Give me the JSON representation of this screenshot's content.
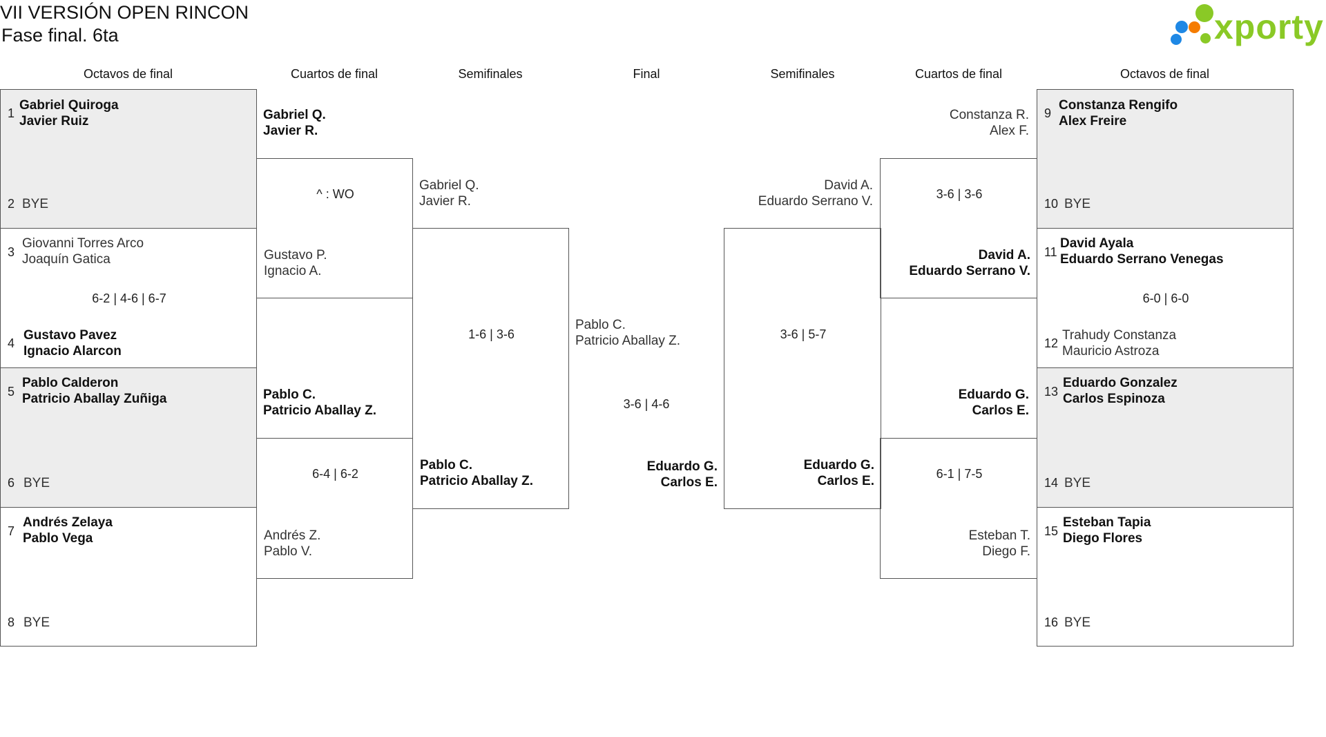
{
  "title": "VII VERSIÓN OPEN RINCON",
  "subtitle": "Fase final. 6ta",
  "logo": {
    "text": "xporty",
    "colors": [
      "#8ac926",
      "#1e88e5",
      "#f57c00",
      "#8ac926"
    ]
  },
  "headers": {
    "l_octavos": "Octavos de final",
    "l_cuartos": "Cuartos de final",
    "l_semis": "Semifinales",
    "final": "Final",
    "r_semis": "Semifinales",
    "r_cuartos": "Cuartos de final",
    "r_octavos": "Octavos de final"
  },
  "left_octavos": [
    {
      "seed_a": "1",
      "team_a": "Gabriel Quiroga\nJavier Ruiz",
      "seed_b": "2",
      "team_b": "BYE",
      "score": ""
    },
    {
      "seed_a": "3",
      "team_a": "Giovanni Torres Arco\nJoaquín Gatica",
      "seed_b": "4",
      "team_b": "Gustavo Pavez\nIgnacio Alarcon",
      "score": "6-2 | 4-6 | 6-7"
    },
    {
      "seed_a": "5",
      "team_a": "Pablo Calderon\nPatricio Aballay Zuñiga",
      "seed_b": "6",
      "team_b": "BYE",
      "score": ""
    },
    {
      "seed_a": "7",
      "team_a": "Andrés Zelaya\nPablo Vega",
      "seed_b": "8",
      "team_b": "BYE",
      "score": ""
    }
  ],
  "left_cuartos": [
    {
      "team_a": "Gabriel Q.\nJavier R.",
      "team_b": "Gustavo P.\nIgnacio A.",
      "score": "^ : WO"
    },
    {
      "team_a": "Pablo C.\nPatricio Aballay Z.",
      "team_b": "Andrés Z.\nPablo V.",
      "score": "6-4 | 6-2"
    }
  ],
  "left_semis": {
    "team_a": "Gabriel Q.\nJavier R.",
    "team_b": "Pablo C.\nPatricio Aballay Z.",
    "score": "1-6 | 3-6"
  },
  "final": {
    "team_a": "Pablo C.\nPatricio Aballay Z.",
    "team_b": "Eduardo G.\nCarlos E.",
    "score": "3-6 | 4-6"
  },
  "right_semis": {
    "team_a": "David A.\nEduardo Serrano V.",
    "team_b": "Eduardo G.\nCarlos E.",
    "score": "3-6 | 5-7"
  },
  "right_cuartos": [
    {
      "team_a": "Constanza R.\nAlex F.",
      "team_b": "David A.\nEduardo Serrano V.",
      "score": "3-6 | 3-6"
    },
    {
      "team_a": "Eduardo G.\nCarlos E.",
      "team_b": "Esteban T.\nDiego F.",
      "score": "6-1 | 7-5"
    }
  ],
  "right_octavos": [
    {
      "seed_a": "9",
      "team_a": "Constanza Rengifo\nAlex Freire",
      "seed_b": "10",
      "team_b": "BYE",
      "score": ""
    },
    {
      "seed_a": "11",
      "team_a": "David Ayala\nEduardo Serrano Venegas",
      "seed_b": "12",
      "team_b": "Trahudy Constanza\nMauricio Astroza",
      "score": "6-0 | 6-0"
    },
    {
      "seed_a": "13",
      "team_a": "Eduardo Gonzalez\nCarlos Espinoza",
      "seed_b": "14",
      "team_b": "BYE",
      "score": ""
    },
    {
      "seed_a": "15",
      "team_a": "Esteban Tapia\nDiego Flores",
      "seed_b": "16",
      "team_b": "BYE",
      "score": ""
    }
  ]
}
